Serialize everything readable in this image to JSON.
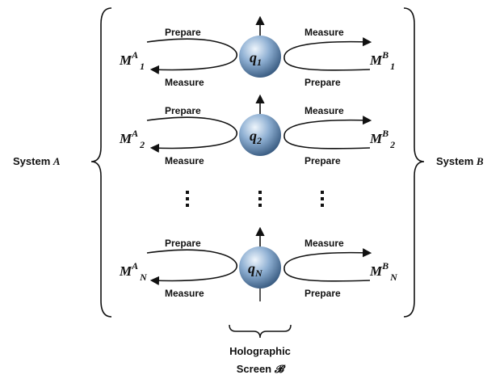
{
  "system_a": {
    "label": "System",
    "var": "A"
  },
  "system_b": {
    "label": "System",
    "var": "B"
  },
  "rows": [
    {
      "qubit": "q",
      "index": "1",
      "left_top": "Prepare",
      "left_bottom": "Measure",
      "right_top": "Measure",
      "right_bottom": "Prepare",
      "ma_base": "M",
      "ma_sup": "A",
      "ma_sub": "1",
      "mb_base": "M",
      "mb_sup": "B",
      "mb_sub": "1"
    },
    {
      "qubit": "q",
      "index": "2",
      "left_top": "Prepare",
      "left_bottom": "Measure",
      "right_top": "Measure",
      "right_bottom": "Prepare",
      "ma_base": "M",
      "ma_sup": "A",
      "ma_sub": "2",
      "mb_base": "M",
      "mb_sup": "B",
      "mb_sub": "2"
    },
    {
      "qubit": "q",
      "index": "N",
      "left_top": "Prepare",
      "left_bottom": "Measure",
      "right_top": "Measure",
      "right_bottom": "Prepare",
      "ma_base": "M",
      "ma_sup": "A",
      "ma_sub": "N",
      "mb_base": "M",
      "mb_sup": "B",
      "mb_sub": "N"
    }
  ],
  "screen": {
    "line1": "Holographic",
    "line2": "Screen",
    "symbol": "𝓑"
  },
  "colors": {
    "sphere_light": "#dbe8f5",
    "sphere_mid": "#7a9dc4",
    "sphere_dark": "#2f5177",
    "ink": "#111111"
  }
}
